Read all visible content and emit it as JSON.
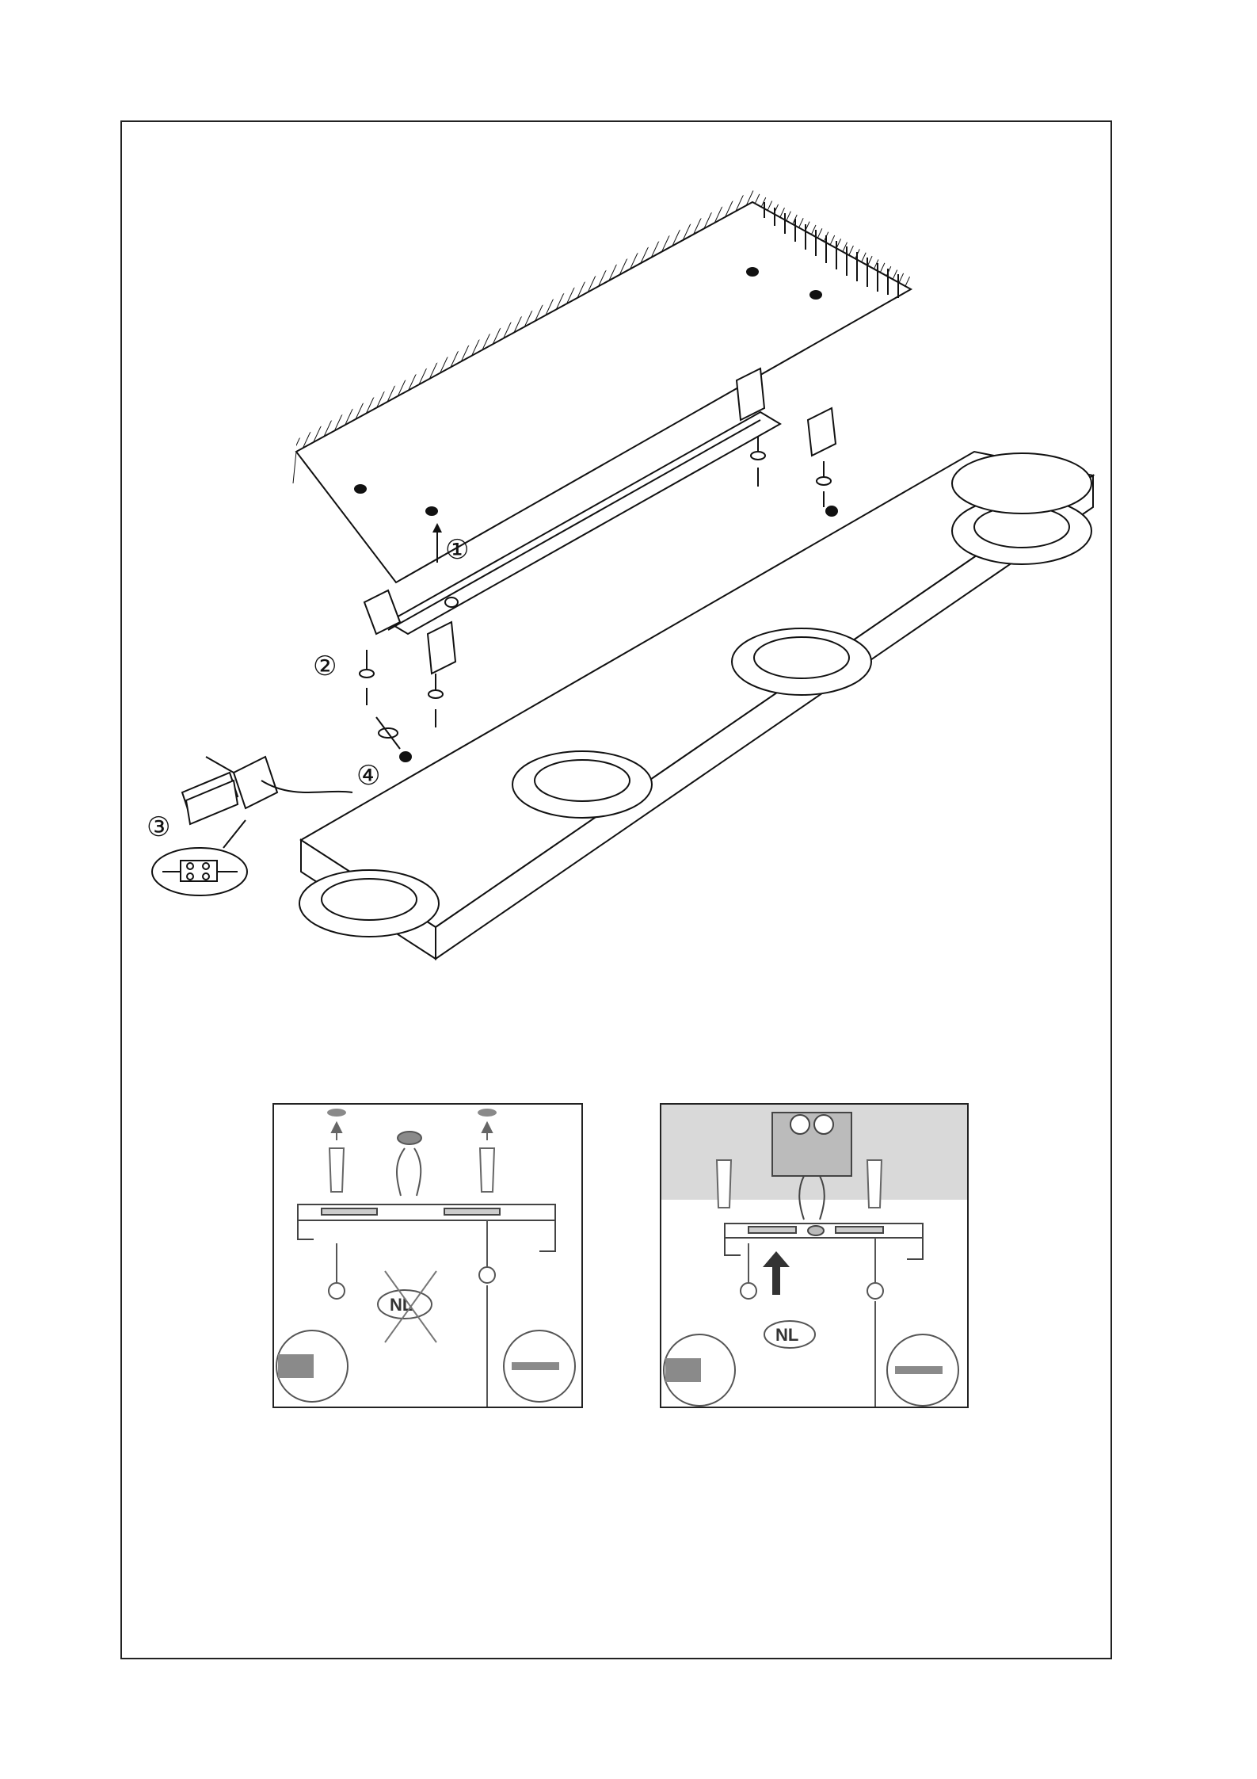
{
  "steps": {
    "step1": "①",
    "step2": "②",
    "step3": "③",
    "step4": "④"
  },
  "panels": {
    "left_badge": "NL",
    "right_badge": "NL"
  },
  "colors": {
    "line": "#111111",
    "gray": "#8a8a8a",
    "ceiling_shade": "#d9d9d9"
  }
}
